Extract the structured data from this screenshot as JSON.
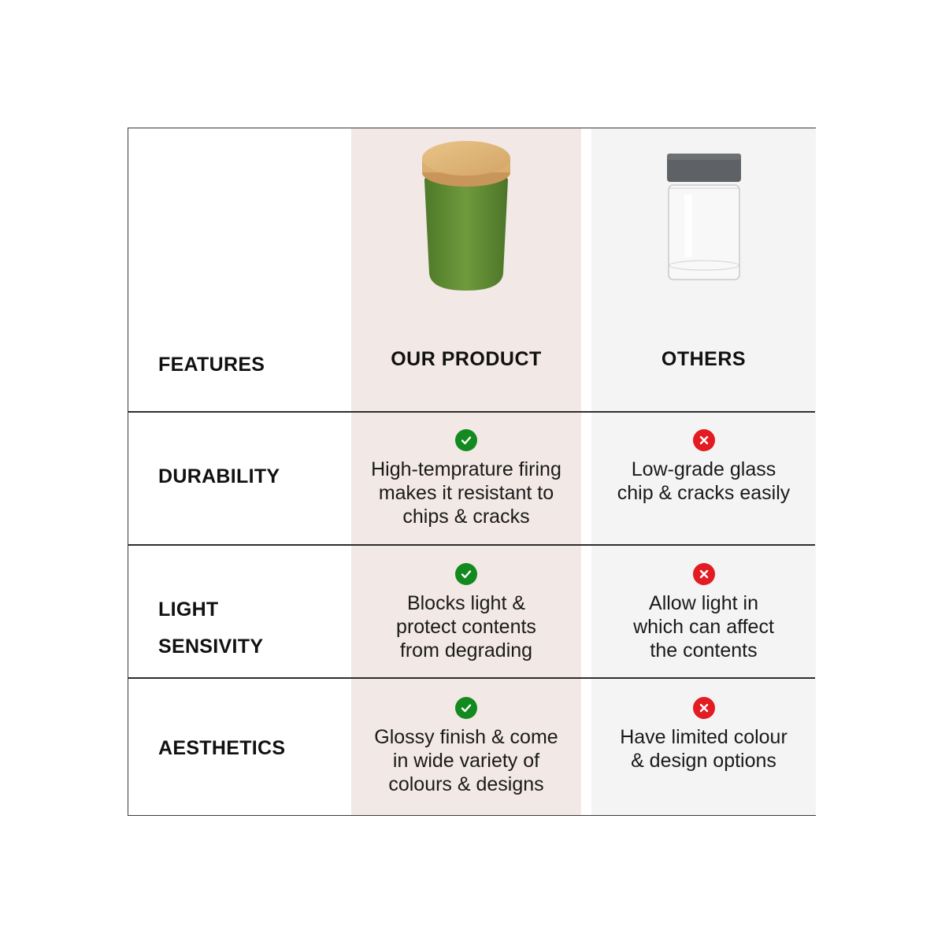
{
  "header": {
    "features_label": "FEATURES",
    "ours_label": "OUR PRODUCT",
    "others_label": "OTHERS",
    "ours_image": "green-ceramic-jar-with-bamboo-lid",
    "others_image": "clear-glass-jar-with-grey-lid"
  },
  "rows": [
    {
      "feature": "DURABILITY",
      "ours": {
        "icon": "check-icon",
        "text": "High-temprature firing\nmakes it resistant to\nchips & cracks"
      },
      "others": {
        "icon": "cross-icon",
        "text": "Low-grade glass\nchip & cracks easily"
      }
    },
    {
      "feature": "LIGHT\nSENSIVITY",
      "ours": {
        "icon": "check-icon",
        "text": "Blocks light &\nprotect contents\nfrom degrading"
      },
      "others": {
        "icon": "cross-icon",
        "text": "Allow light in\nwhich can affect\nthe contents"
      }
    },
    {
      "feature": "AESTHETICS",
      "ours": {
        "icon": "check-icon",
        "text": "Glossy finish & come\nin wide variety of\ncolours & designs"
      },
      "others": {
        "icon": "cross-icon",
        "text": "Have limited colour\n& design options"
      }
    }
  ],
  "colors": {
    "ours_bg": "#f2e8e5",
    "others_bg": "#f4f4f4",
    "check": "#138a1f",
    "cross": "#e31b23",
    "border": "#2e2e2e"
  }
}
